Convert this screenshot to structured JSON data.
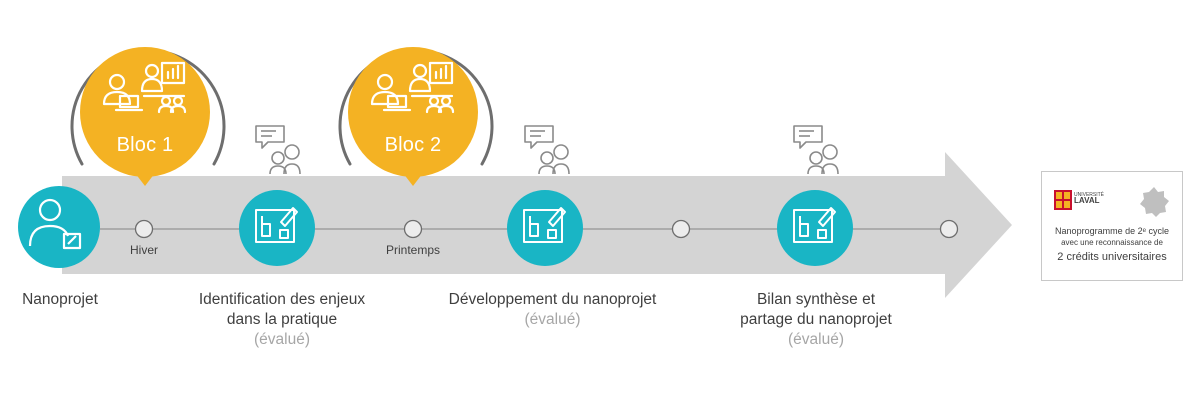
{
  "blocs": [
    {
      "label": "Bloc 1",
      "season": "Hiver"
    },
    {
      "label": "Bloc 2",
      "season": "Printemps"
    }
  ],
  "steps": [
    {
      "title": "Nanoprojet",
      "sub": ""
    },
    {
      "title_line1": "Identification des enjeux",
      "title_line2": "dans la pratique",
      "sub": "(évalué)"
    },
    {
      "title_line1": "Développement du nanoprojet",
      "sub": "(évalué)"
    },
    {
      "title_line1": "Bilan synthèse et",
      "title_line2": "partage du nanoprojet",
      "sub": "(évalué)"
    }
  ],
  "certificate": {
    "university_small": "UNIVERSITÉ",
    "university_name": "LAVAL",
    "line1": "Nanoprogramme de 2ᵉ cycle",
    "line2": "avec une reconnaissance de",
    "line3": "2 crédits universitaires"
  },
  "colors": {
    "arrow": "#d4d4d4",
    "teal": "#19b5c5",
    "gold": "#f4b223",
    "ring": "#6e6e6e",
    "line": "#9e9e9e",
    "icon_gray": "#8a8a8a"
  }
}
